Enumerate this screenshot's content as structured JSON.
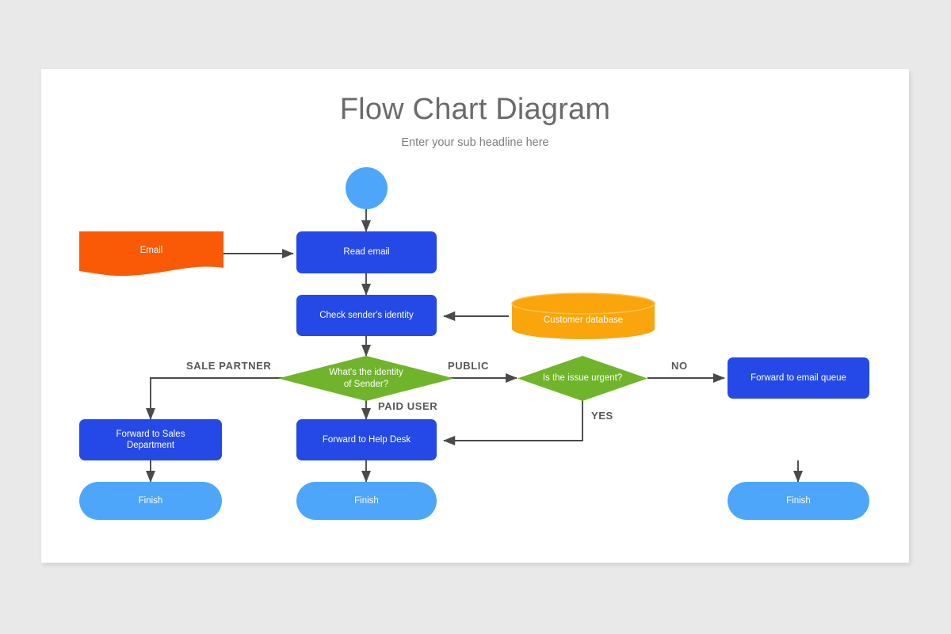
{
  "slide": {
    "title": "Flow Chart Diagram",
    "subtitle": "Enter your sub headline here",
    "background_color": "#e9e9ea",
    "canvas_color": "#ffffff"
  },
  "palette": {
    "blue_process": "#2549e6",
    "light_blue_terminator": "#4da6fa",
    "green_decision": "#70b42c",
    "orange_document": "#fa5a05",
    "amber_database": "#f9a50b",
    "connector": "#4a4a4a",
    "label_text": "#575757"
  },
  "nodes": {
    "start": {
      "name": "start-node",
      "label": "",
      "shape": "circle",
      "color": "#4da6fa"
    },
    "email": {
      "name": "email-document",
      "label": "Email",
      "shape": "document",
      "color": "#fa5a05"
    },
    "read_email": {
      "name": "read-email-process",
      "label": "Read email",
      "shape": "rounded-rect",
      "color": "#2549e6"
    },
    "check_identity": {
      "name": "check-sender-identity-process",
      "label": "Check sender's identity",
      "shape": "rounded-rect",
      "color": "#2549e6"
    },
    "customer_database": {
      "name": "customer-database-store",
      "label": "Customer database",
      "shape": "cylinder",
      "color": "#f9a50b"
    },
    "identity_decision": {
      "name": "identity-decision",
      "label": "What's the identity of Sender?",
      "label_line1": "What's the identity",
      "label_line2": "of Sender?",
      "shape": "diamond",
      "color": "#70b42c"
    },
    "urgent_decision": {
      "name": "issue-urgent-decision",
      "label": "Is the issue urgent?",
      "shape": "diamond",
      "color": "#70b42c"
    },
    "forward_sales": {
      "name": "forward-to-sales-process",
      "label": "Forward to Sales Department",
      "label_line1": "Forward to Sales",
      "label_line2": "Department",
      "shape": "rounded-rect",
      "color": "#2549e6"
    },
    "forward_helpdesk": {
      "name": "forward-to-help-desk-process",
      "label": "Forward to Help Desk",
      "shape": "rounded-rect",
      "color": "#2549e6"
    },
    "forward_queue": {
      "name": "forward-to-email-queue-process",
      "label": "Forward to email queue",
      "shape": "rounded-rect",
      "color": "#2549e6"
    },
    "finish_sales": {
      "name": "finish-terminator-sales",
      "label": "Finish",
      "shape": "pill",
      "color": "#4da6fa"
    },
    "finish_helpdesk": {
      "name": "finish-terminator-helpdesk",
      "label": "Finish",
      "shape": "pill",
      "color": "#4da6fa"
    },
    "finish_queue": {
      "name": "finish-terminator-queue",
      "label": "Finish",
      "shape": "pill",
      "color": "#4da6fa"
    }
  },
  "edge_labels": {
    "sale_partner": "SALE PARTNER",
    "public": "PUBLIC",
    "paid_user": "PAID USER",
    "no": "NO",
    "yes": "YES"
  },
  "chart_data": {
    "type": "diagram",
    "title": "Flow Chart Diagram",
    "subtitle": "Enter your sub headline here",
    "nodes": [
      {
        "id": "start",
        "label": "",
        "shape": "circle",
        "color": "#4da6fa"
      },
      {
        "id": "email",
        "label": "Email",
        "shape": "document",
        "color": "#fa5a05"
      },
      {
        "id": "read_email",
        "label": "Read email",
        "shape": "process",
        "color": "#2549e6"
      },
      {
        "id": "check_identity",
        "label": "Check sender's identity",
        "shape": "process",
        "color": "#2549e6"
      },
      {
        "id": "customer_database",
        "label": "Customer database",
        "shape": "database",
        "color": "#f9a50b"
      },
      {
        "id": "identity_decision",
        "label": "What's the identity of Sender?",
        "shape": "decision",
        "color": "#70b42c"
      },
      {
        "id": "urgent_decision",
        "label": "Is the issue urgent?",
        "shape": "decision",
        "color": "#70b42c"
      },
      {
        "id": "forward_sales",
        "label": "Forward to Sales Department",
        "shape": "process",
        "color": "#2549e6"
      },
      {
        "id": "forward_helpdesk",
        "label": "Forward to Help Desk",
        "shape": "process",
        "color": "#2549e6"
      },
      {
        "id": "forward_queue",
        "label": "Forward to email queue",
        "shape": "process",
        "color": "#2549e6"
      },
      {
        "id": "finish_sales",
        "label": "Finish",
        "shape": "terminator",
        "color": "#4da6fa"
      },
      {
        "id": "finish_helpdesk",
        "label": "Finish",
        "shape": "terminator",
        "color": "#4da6fa"
      },
      {
        "id": "finish_queue",
        "label": "Finish",
        "shape": "terminator",
        "color": "#4da6fa"
      }
    ],
    "edges": [
      {
        "from": "start",
        "to": "read_email",
        "label": ""
      },
      {
        "from": "email",
        "to": "read_email",
        "label": ""
      },
      {
        "from": "read_email",
        "to": "check_identity",
        "label": ""
      },
      {
        "from": "customer_database",
        "to": "check_identity",
        "label": ""
      },
      {
        "from": "check_identity",
        "to": "identity_decision",
        "label": ""
      },
      {
        "from": "identity_decision",
        "to": "forward_sales",
        "label": "SALE PARTNER"
      },
      {
        "from": "identity_decision",
        "to": "forward_helpdesk",
        "label": "PAID USER"
      },
      {
        "from": "identity_decision",
        "to": "urgent_decision",
        "label": "PUBLIC"
      },
      {
        "from": "urgent_decision",
        "to": "forward_queue",
        "label": "NO"
      },
      {
        "from": "urgent_decision",
        "to": "forward_helpdesk",
        "label": "YES"
      },
      {
        "from": "forward_sales",
        "to": "finish_sales",
        "label": ""
      },
      {
        "from": "forward_helpdesk",
        "to": "finish_helpdesk",
        "label": ""
      },
      {
        "from": "forward_queue",
        "to": "finish_queue",
        "label": ""
      }
    ]
  }
}
